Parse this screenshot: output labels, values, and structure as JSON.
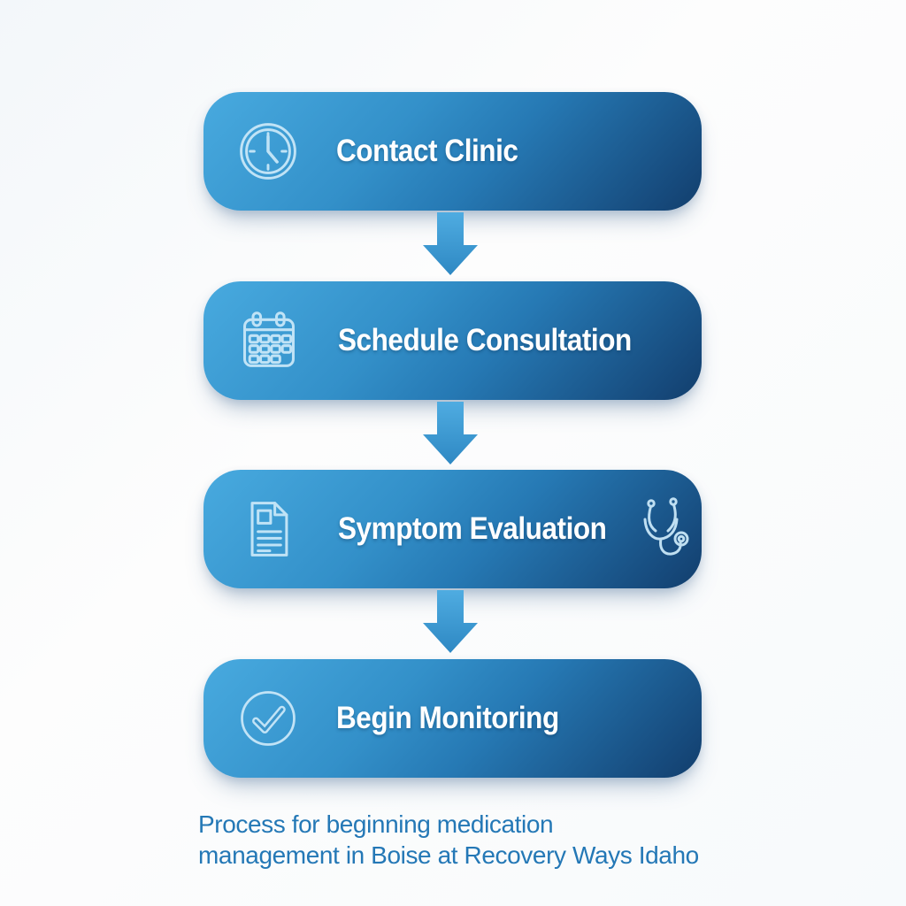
{
  "flowchart": {
    "steps": [
      {
        "label": "Contact Clinic",
        "icon": "clock-icon"
      },
      {
        "label": "Schedule Consultation",
        "icon": "calendar-icon"
      },
      {
        "label": "Symptom Evaluation",
        "icon": "document-icon",
        "secondary_icon": "stethoscope-icon"
      },
      {
        "label": "Begin Monitoring",
        "icon": "check-circle-icon"
      }
    ],
    "connector": "down-arrow"
  },
  "caption": {
    "line1": "Process for beginning medication",
    "line2": "management in Boise at Recovery Ways Idaho"
  },
  "colors": {
    "box_gradient_start": "#48AADF",
    "box_gradient_end": "#123E6C",
    "arrow_top": "#4FACE1",
    "arrow_bottom": "#2E88C3",
    "icon_stroke": "#C8E7F8",
    "label_text": "#FFFFFF",
    "caption_text": "#2478B6",
    "background": "#F7FAFC"
  }
}
